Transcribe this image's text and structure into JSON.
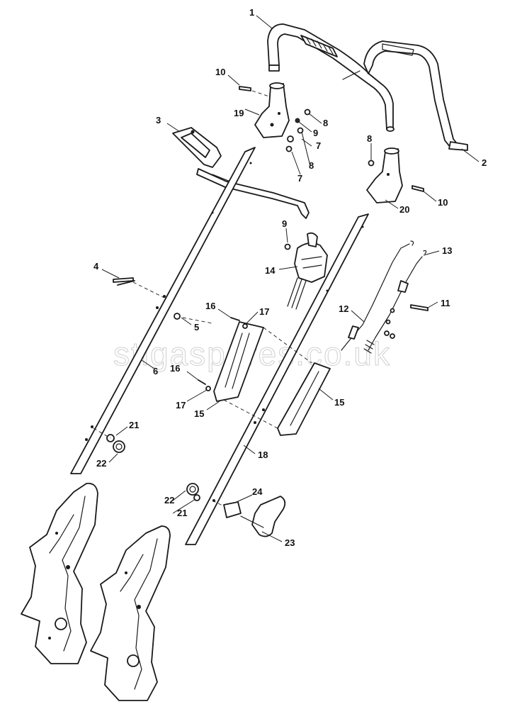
{
  "watermark": "stigaspares.co.uk",
  "callouts": {
    "c1": "1",
    "c2": "2",
    "c3": "3",
    "c4": "4",
    "c5": "5",
    "c6": "6",
    "c7a": "7",
    "c7b": "7",
    "c8a": "8",
    "c8b": "8",
    "c8c": "8",
    "c9a": "9",
    "c9b": "9",
    "c10a": "10",
    "c10b": "10",
    "c11": "11",
    "c12": "12",
    "c13": "13",
    "c14": "14",
    "c15a": "15",
    "c15b": "15",
    "c16a": "16",
    "c16b": "16",
    "c17a": "17",
    "c17b": "17",
    "c18": "18",
    "c19": "19",
    "c20": "20",
    "c21a": "21",
    "c21b": "21",
    "c22a": "22",
    "c22b": "22",
    "c23": "23",
    "c24": "24"
  }
}
